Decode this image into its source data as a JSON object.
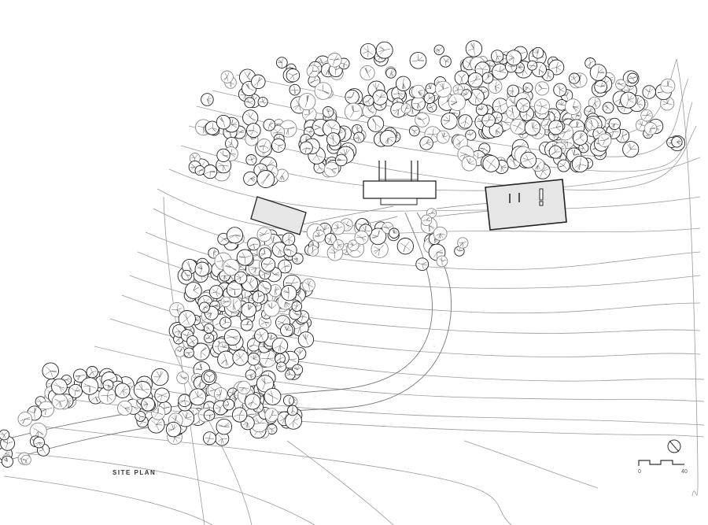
{
  "plan": {
    "title": "SITE PLAN",
    "scale": {
      "start_label": "0",
      "end_label": "40"
    },
    "north_arrow": "north-arrow-icon"
  }
}
